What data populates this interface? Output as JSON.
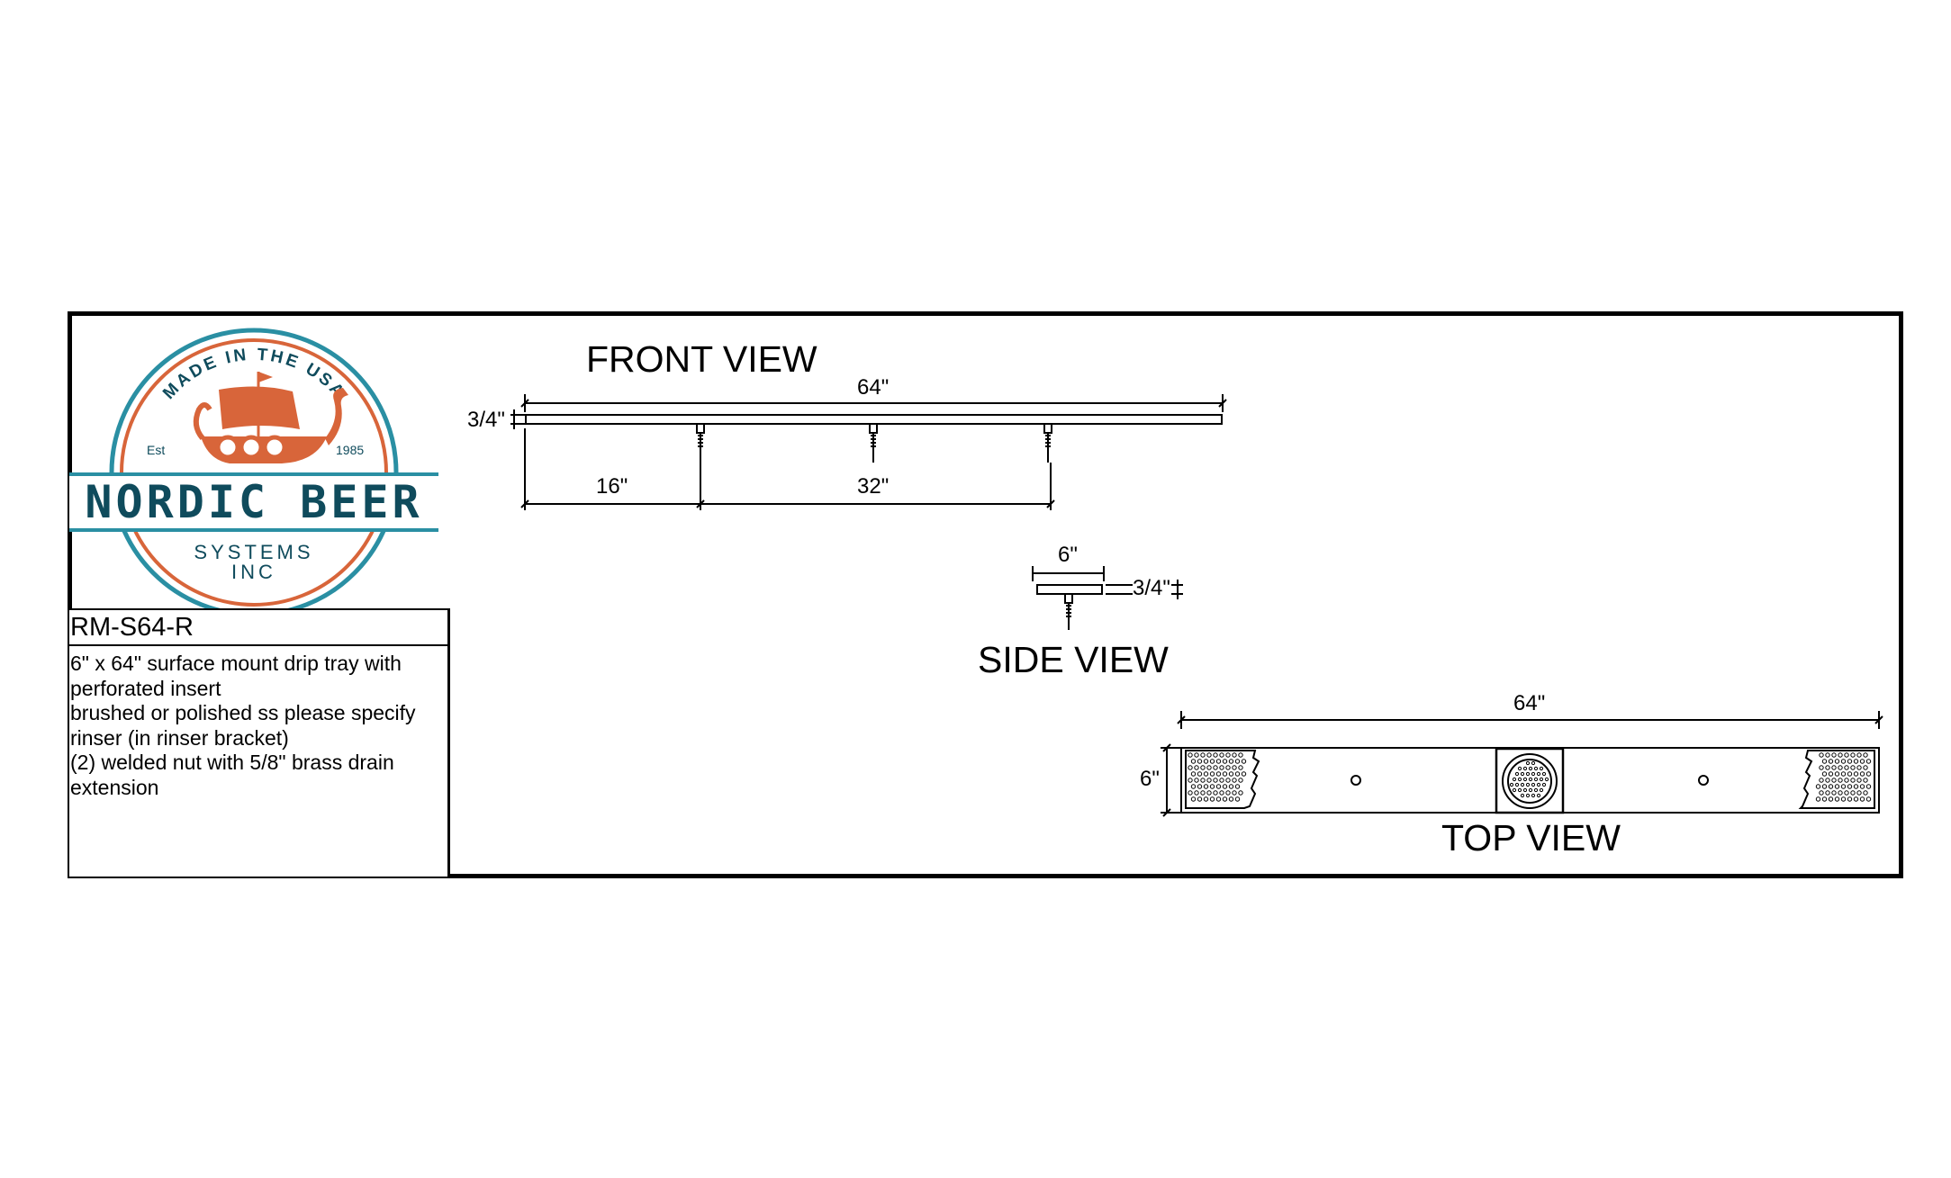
{
  "logo": {
    "arc_text": "MADE IN THE USA",
    "brand_name": "NORDIC BEER",
    "est_label": "Est",
    "est_year": "1985",
    "sub_line1": "SYSTEMS",
    "sub_line2": "INC",
    "colors": {
      "teal": "#2a8fa3",
      "orange": "#d8653a",
      "navy": "#0f4b5c"
    }
  },
  "title_block": {
    "part_number": "RM-S64-R",
    "description_lines": [
      "6\" x 64\" surface mount drip tray with",
      "perforated insert",
      "brushed or polished ss please specify",
      "rinser (in rinser bracket)",
      "(2) welded nut with 5/8\" brass drain",
      "extension"
    ]
  },
  "front_view": {
    "title": "FRONT VIEW",
    "length_dim": "64\"",
    "height_dim": "3/4\"",
    "offset_dim": "16\"",
    "spacing_dim": "32\""
  },
  "side_view": {
    "title": "SIDE VIEW",
    "width_dim": "6\"",
    "height_dim": "3/4\""
  },
  "top_view": {
    "title": "TOP VIEW",
    "length_dim": "64\"",
    "width_dim": "6\""
  }
}
